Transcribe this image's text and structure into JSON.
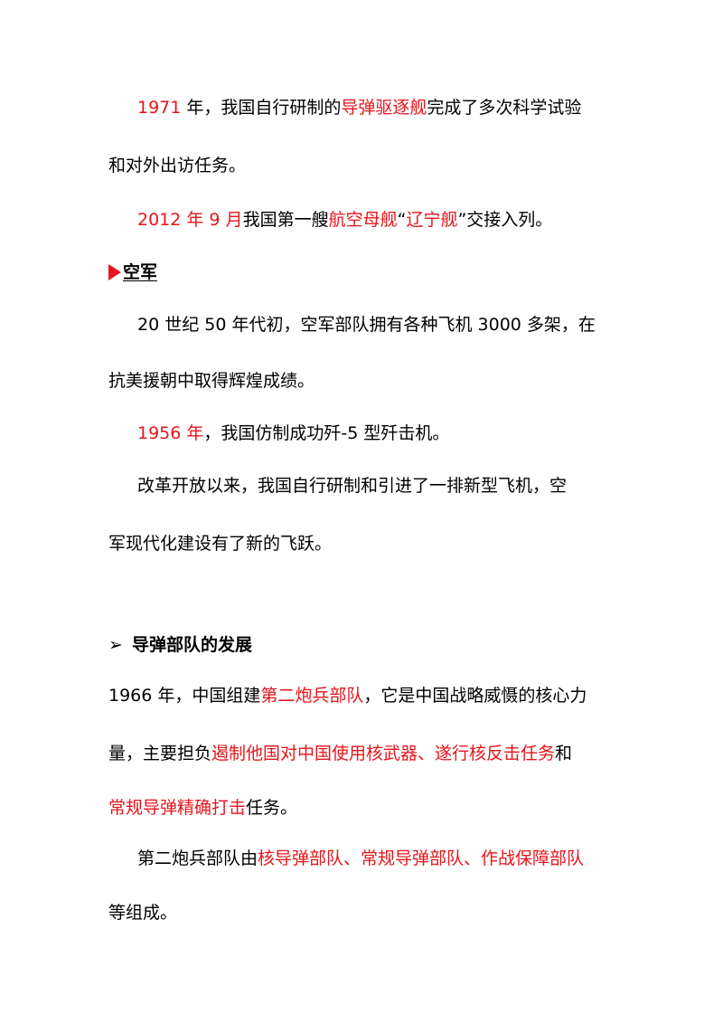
{
  "navy": {
    "p1_l1": [
      {
        "t": "1971",
        "c": "red"
      },
      {
        "t": " 年，我国自行研制的",
        "c": "black"
      },
      {
        "t": "导弹驱逐舰",
        "c": "red"
      },
      {
        "t": "完成了多次科学试验",
        "c": "black"
      }
    ],
    "p1_l2": "和对外出访任务。",
    "p2": [
      {
        "t": "2012 年 9 月",
        "c": "red"
      },
      {
        "t": "我国第一艘",
        "c": "black"
      },
      {
        "t": "航空母舰",
        "c": "red"
      },
      {
        "t": "“",
        "c": "black"
      },
      {
        "t": "辽宁舰",
        "c": "red"
      },
      {
        "t": "”交接入列。",
        "c": "black"
      }
    ]
  },
  "air_force": {
    "heading": "空军",
    "p1_l1": " 20 世纪 50 年代初，空军部队拥有各种飞机 3000 多架，在",
    "p1_l2": "抗美援朝中取得辉煌成绩。",
    "p2": [
      {
        "t": "1956 年",
        "c": "red"
      },
      {
        "t": "，我国仿制成功歼-5 型歼击机。",
        "c": "black"
      }
    ],
    "p3_l1": " 改革开放以来，我国自行研制和引进了一排新型飞机，空",
    "p3_l2": "军现代化建设有了新的飞跃。"
  },
  "missile": {
    "arrow": "➢",
    "heading": "导弹部队的发展",
    "p1_l1": [
      {
        "t": "1966 年，中国组建",
        "c": "black"
      },
      {
        "t": "第二炮兵部队",
        "c": "red"
      },
      {
        "t": "，它是中国战略威慑的核心力",
        "c": "black"
      }
    ],
    "p1_l2": [
      {
        "t": "量，主要担负",
        "c": "black"
      },
      {
        "t": "遏制他国对中国使用核武器、遂行核反击任务",
        "c": "red"
      },
      {
        "t": "和",
        "c": "black"
      }
    ],
    "p1_l3": [
      {
        "t": "常规导弹精确打击",
        "c": "red"
      },
      {
        "t": "任务。",
        "c": "black"
      }
    ],
    "p2_l1": [
      {
        "t": "第二炮兵部队由",
        "c": "black"
      },
      {
        "t": "核导弹部队、常规导弹部队、作战保障部队",
        "c": "red"
      }
    ],
    "p2_l2": "等组成。"
  },
  "colors": {
    "accent_red": "#e8141b",
    "text": "#000000"
  }
}
